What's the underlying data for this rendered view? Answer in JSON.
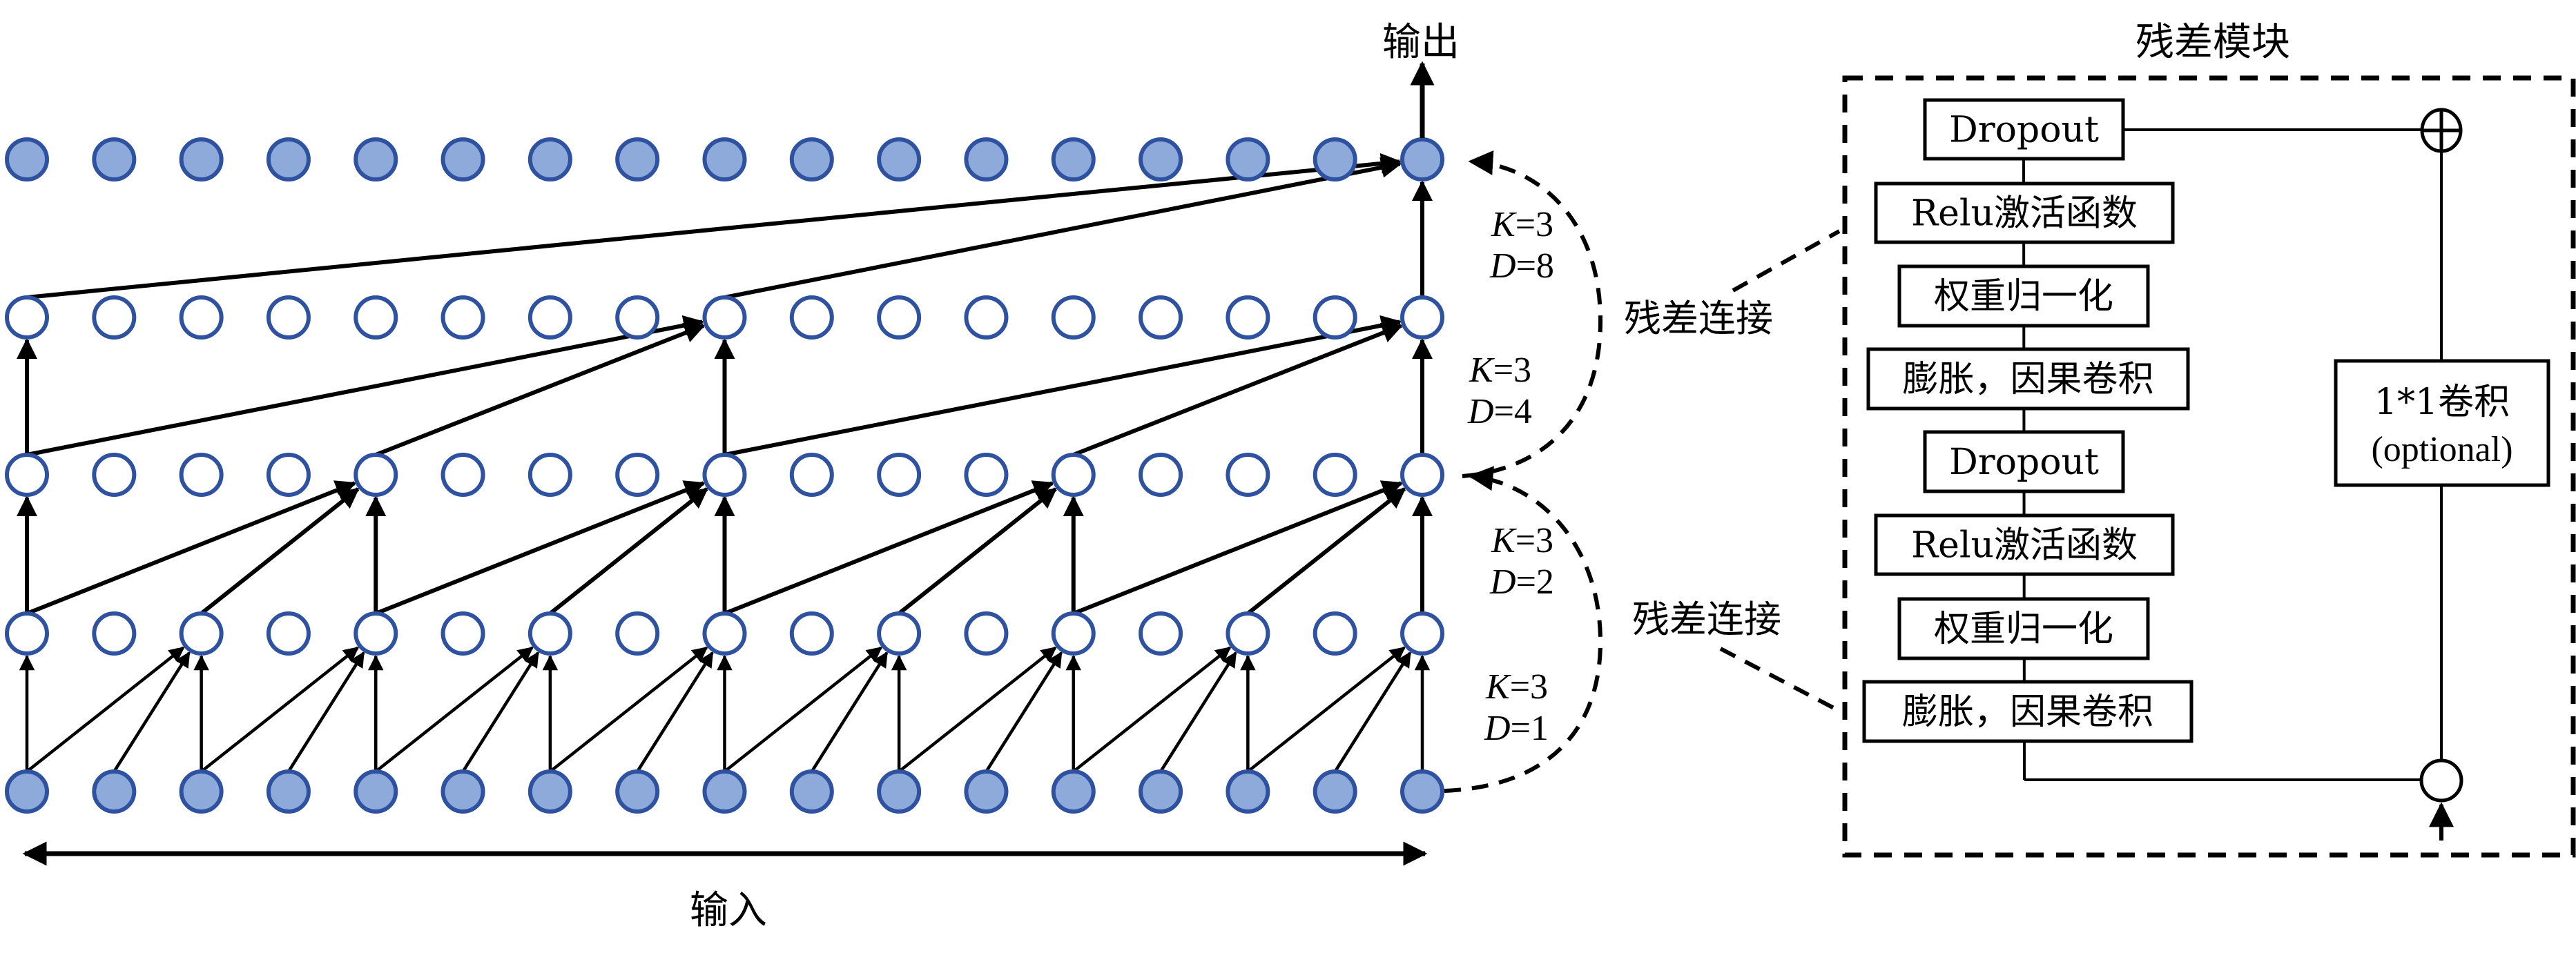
{
  "tcn": {
    "output_label": "输出",
    "input_label": "输入",
    "sequence_length": 17,
    "kernel_size": 3,
    "layers": [
      {
        "name": "input",
        "filled": true
      },
      {
        "name": "hidden-1",
        "filled": false,
        "dilation": 1,
        "k_label": "K=3",
        "d_label": "D=1",
        "k_var": "K",
        "k_val": "=3",
        "d_var": "D",
        "d_val": "=1"
      },
      {
        "name": "hidden-2",
        "filled": false,
        "dilation": 2,
        "k_label": "K=3",
        "d_label": "D=2",
        "k_var": "K",
        "k_val": "=3",
        "d_var": "D",
        "d_val": "=2"
      },
      {
        "name": "hidden-3",
        "filled": false,
        "dilation": 4,
        "k_label": "K=3",
        "d_label": "D=4",
        "k_var": "K",
        "k_val": "=3",
        "d_var": "D",
        "d_val": "=4"
      },
      {
        "name": "output",
        "filled": true,
        "dilation": 8,
        "k_label": "K=3",
        "d_label": "D=8",
        "k_var": "K",
        "k_val": "=3",
        "d_var": "D",
        "d_val": "=8"
      }
    ],
    "residual_label_upper": "残差连接",
    "residual_label_lower": "残差连接"
  },
  "residual_block": {
    "title": "残差模块",
    "main_path": [
      {
        "label": "Dropout"
      },
      {
        "label": "Relu激活函数"
      },
      {
        "label": "权重归一化"
      },
      {
        "label": "膨胀，因果卷积"
      },
      {
        "label": "Dropout"
      },
      {
        "label": "Relu激活函数"
      },
      {
        "label": "权重归一化"
      },
      {
        "label": "膨胀，因果卷积"
      }
    ],
    "shortcut_box": {
      "line1": "1*1卷积",
      "line2": "(optional)"
    },
    "sum_symbol": "⊕"
  },
  "colors": {
    "node_fill": "#8eaadb",
    "node_stroke": "#2f52a0",
    "line": "#000000"
  }
}
